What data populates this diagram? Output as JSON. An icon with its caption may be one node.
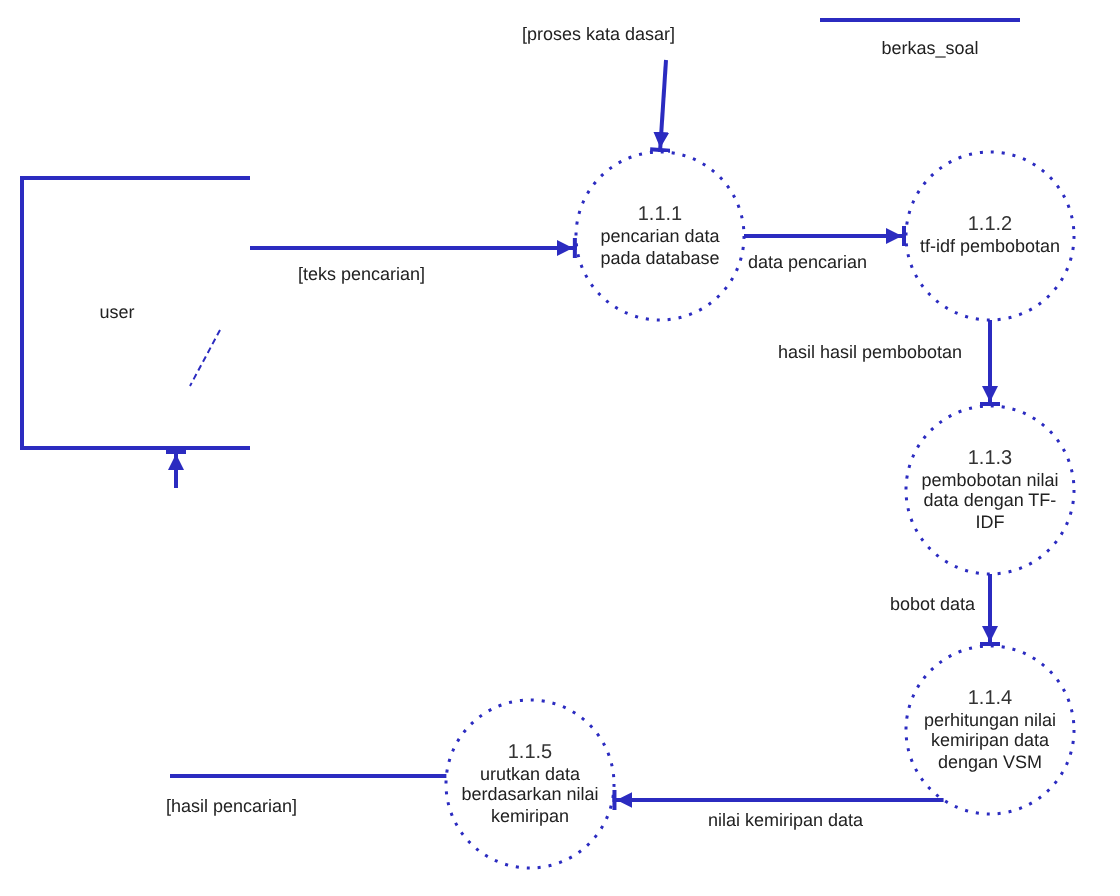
{
  "diagram": {
    "nodes": [
      {
        "text": [
          "user"
        ]
      },
      {
        "text": [
          "1.1.1",
          "pencarian data pada database"
        ]
      },
      {
        "text": [
          "1.1.2",
          "tf-idf pembobotan"
        ]
      },
      {
        "text": [
          "1.1.3",
          "pembobotan nilai data dengan TF-IDF"
        ]
      },
      {
        "text": [
          "1.1.4",
          "perhitungan nilai kemiripan data dengan VSM"
        ]
      },
      {
        "text": [
          "1.1.5",
          "urutkan data berdasarkan nilai kemiripan"
        ]
      },
      {
        "text": [
          "berkas_soal"
        ]
      }
    ],
    "edges": [
      {
        "from": null,
        "to": 1,
        "arrow": "to",
        "label": "[proses kata dasar]"
      },
      {
        "from": 0,
        "to": 1,
        "arrow": "to",
        "label": "[teks pencarian]"
      },
      {
        "from": 1,
        "to": 2,
        "arrow": "to",
        "label": "data pencarian"
      },
      {
        "from": 2,
        "to": 3,
        "arrow": "to",
        "label": "hasil hasil pembobotan"
      },
      {
        "from": 3,
        "to": 4,
        "arrow": "to",
        "label": "bobot data"
      },
      {
        "from": 4,
        "to": 5,
        "arrow": "to",
        "label": "nilai kemiripan data"
      },
      {
        "from": 5,
        "to": null,
        "arrow": "none",
        "label": "[hasil pencarian]"
      },
      {
        "from": null,
        "to": 0,
        "arrow": "to"
      }
    ]
  }
}
